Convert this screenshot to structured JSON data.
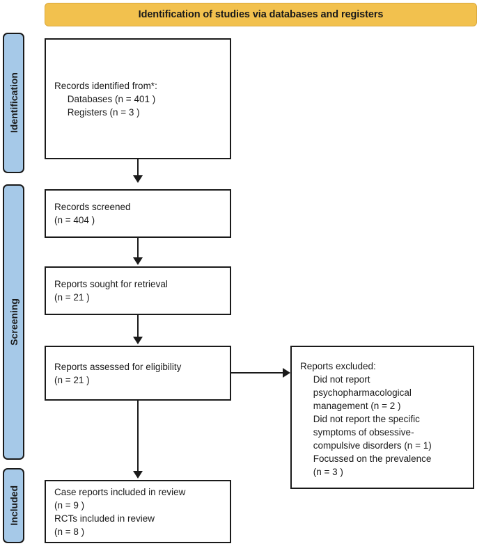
{
  "diagram": {
    "type": "prisma-flow-diagram",
    "phase_header": {
      "label": "Identification of studies via databases and registers",
      "color": "#f2c14e"
    },
    "stage_rails": [
      {
        "id": "identification",
        "label": "Identification",
        "color": "#a6c9e8"
      },
      {
        "id": "screening",
        "label": "Screening",
        "color": "#a6c9e8"
      },
      {
        "id": "included",
        "label": "Included",
        "color": "#a6c9e8"
      }
    ],
    "boxes": {
      "identified": {
        "text": "Records identified from*:\n     Databases (n = 401 )\n     Registers (n = 3 )"
      },
      "screened": {
        "text": "Records screened\n(n = 404 )"
      },
      "sought": {
        "text": "Reports sought for retrieval\n(n = 21 )"
      },
      "assessed": {
        "text": "Reports assessed for eligibility\n(n = 21 )"
      },
      "excluded": {
        "text": "Reports excluded:\n     Did not report\n     psychopharmacological\n     management (n = 2 )\n     Did not report the specific\n     symptoms of obsessive-\n     compulsive disorders (n = 1)\n     Focussed on the prevalence\n     (n = 3 )"
      },
      "included": {
        "text": "Case reports included in review\n(n = 9 )\nRCTs included in review\n(n = 8 )"
      }
    },
    "counts": {
      "databases": 401,
      "registers": 3,
      "records_screened": 404,
      "reports_sought": 21,
      "reports_assessed": 21,
      "excluded_no_psychopharmacological_management": 2,
      "excluded_no_specific_ocd_symptoms": 1,
      "excluded_focussed_on_prevalence": 3,
      "case_reports_included": 9,
      "rcts_included": 8
    }
  }
}
